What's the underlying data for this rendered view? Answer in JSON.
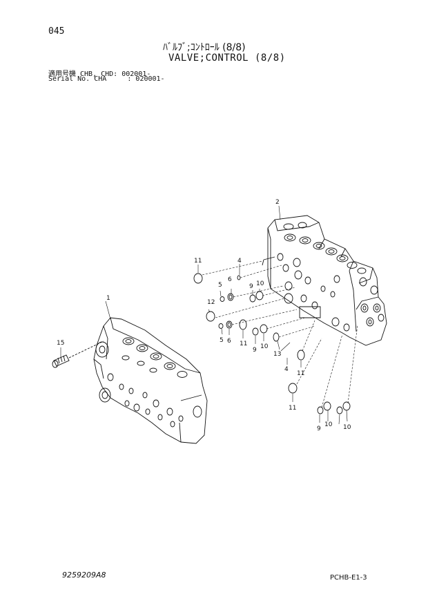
{
  "header": {
    "page_number": "045",
    "title_jp": "ﾊﾞﾙﾌﾞ;ｺﾝﾄﾛｰﾙ (8/8)",
    "title_en": "VALVE;CONTROL (8/8)",
    "serial_line_1": "適用号機 CHB, CHD: 002001-",
    "serial_line_2": "Serial No. CHA     : 020001-"
  },
  "callouts": {
    "c1": "1",
    "c2": "2",
    "c4a": "4",
    "c4b": "4",
    "c5a": "5",
    "c5b": "5",
    "c6a": "6",
    "c6b": "6",
    "c9a": "9",
    "c9b": "9",
    "c9c": "9",
    "c10a": "10",
    "c10b": "10",
    "c10c": "10",
    "c10d": "10",
    "c11a": "11",
    "c11b": "11",
    "c11c": "11",
    "c11d": "11",
    "c12": "12",
    "c13": "13",
    "c15": "15"
  },
  "footer": {
    "drawing_number": "9259209A8",
    "sheet_code": "PCHB-E1-3"
  }
}
